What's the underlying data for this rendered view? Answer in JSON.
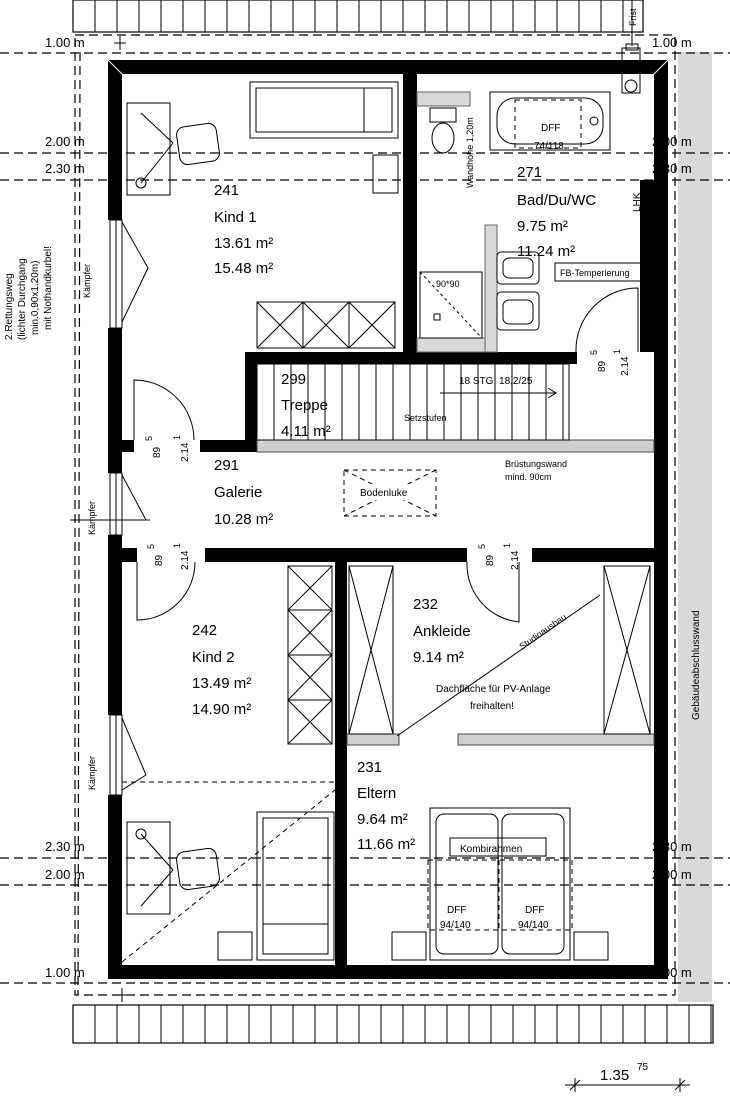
{
  "levels": {
    "m100": "1.00 m",
    "m200": "2.00 m",
    "m230": "2.30 m"
  },
  "rooms": {
    "kind1": {
      "number": "241",
      "name": "Kind 1",
      "area1": "13.61 m²",
      "area2": "15.48 m²"
    },
    "bad": {
      "number": "271",
      "name": "Bad/Du/WC",
      "area1": "9.75 m²",
      "area2": "11.24 m²"
    },
    "treppe": {
      "number": "299",
      "name": "Treppe",
      "area1": "4.11 m²"
    },
    "galerie": {
      "number": "291",
      "name": "Galerie",
      "area1": "10.28 m²"
    },
    "kind2": {
      "number": "242",
      "name": "Kind 2",
      "area1": "13.49 m²",
      "area2": "14.90 m²"
    },
    "ankleide": {
      "number": "232",
      "name": "Ankleide",
      "area1": "9.14 m²"
    },
    "eltern": {
      "number": "231",
      "name": "Eltern",
      "area1": "9.64 m²",
      "area2": "11.66 m²"
    }
  },
  "labels": {
    "dff": "DFF",
    "dff_bad_size": "74/118",
    "dff_bed_size": "94/140",
    "wandhoehe": "Wandhöhe 1,20m",
    "fb_temp": "FB-Temperierung",
    "lhk": "LHK",
    "shower": "90*90",
    "stairs": "18 STG. 18,2/25",
    "setzstufen": "Setzstufen",
    "bruestung1": "Brüstungswand",
    "bruestung2": "mind. 90cm",
    "bodenluke": "Bodenluke",
    "kaempfer": "Kämpfer",
    "studioausbau": "Studioausbau",
    "pv1": "Dachfläche für PV-Anlage",
    "pv2": "freihalten!",
    "kombirahmen": "Kombirahmen",
    "door_w": "89",
    "door_w_sup": "5",
    "door_h": "2.14",
    "door_h_sup": "1",
    "gebaeude": "Gebäudeabschlusswand",
    "rw1": "2.Rettungsweg",
    "rw2": "(lichter Durchgang",
    "rw3": "min.0,90x1,20m)",
    "rw4": "mit Nothandkurbel!",
    "frist": "Frist",
    "dim_main": "1.35",
    "dim_sup": "75"
  }
}
